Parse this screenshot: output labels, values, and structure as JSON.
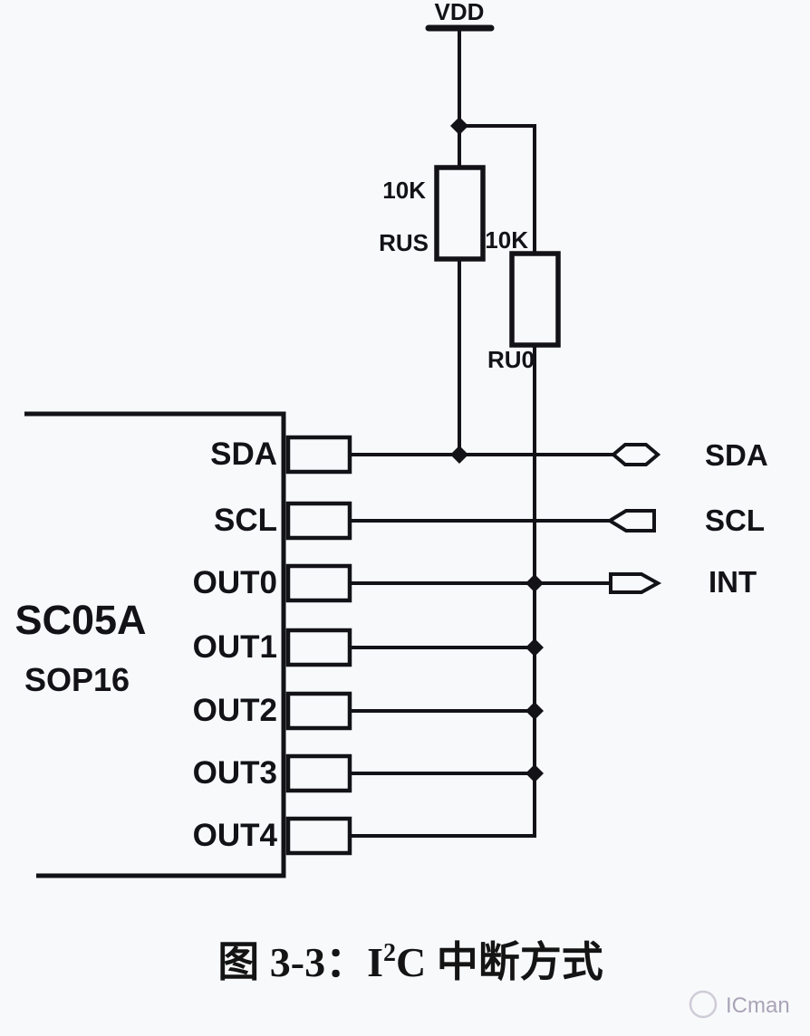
{
  "schematic": {
    "ink_color": "#121217",
    "background_color": "#f8f9fb",
    "power_label": "VDD",
    "pullup_resistors": [
      {
        "value": "10K",
        "name": "RUS"
      },
      {
        "value": "10K",
        "name": "RU0"
      }
    ],
    "chip": {
      "name": "SC05A",
      "package": "SOP16",
      "pins": [
        "SDA",
        "SCL",
        "OUT0",
        "OUT1",
        "OUT2",
        "OUT3",
        "OUT4"
      ]
    },
    "bus_connectors": [
      {
        "label": "SDA",
        "shape": "bidirectional-hexagon"
      },
      {
        "label": "SCL",
        "shape": "arrow-point-left"
      },
      {
        "label": "INT",
        "shape": "arrow-point-right"
      }
    ]
  },
  "caption": {
    "prefix": "图 3-3：I",
    "superscript": "2",
    "suffix": "C 中断方式"
  },
  "watermark": {
    "label": "ICman"
  }
}
